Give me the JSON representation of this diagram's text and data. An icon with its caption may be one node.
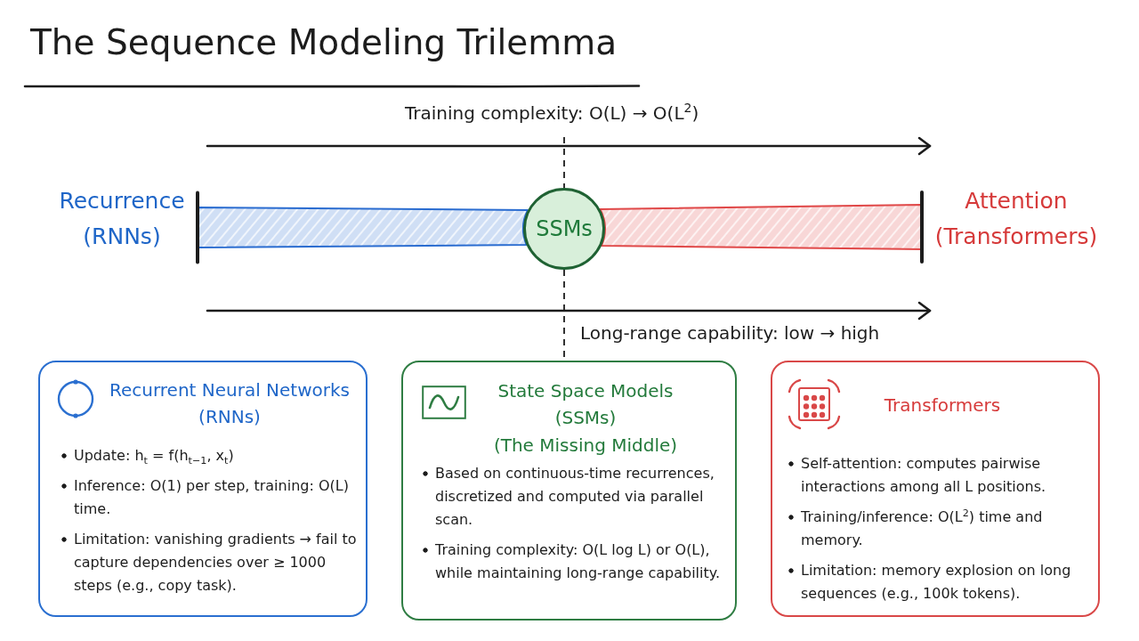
{
  "diagram": {
    "title": "The Sequence Modeling Trilemma",
    "nodes": [
      {
        "text": [
          "Recurrence (RNNs)"
        ]
      },
      {
        "text": [
          "SSMs"
        ]
      },
      {
        "text": [
          "Attention (Transformers)"
        ]
      },
      {
        "text": [
          "Recurrent Neural Networks (RNNs)",
          "Update: h$_{t}$ = f(h$_{t−1}$, x$_{t}$)",
          "Inference: O(1) per step, training: O(L) time.",
          "Limitation: vanishing gradients → fail to capture dependencies over ≥ 1000 steps (e.g., copy task)."
        ]
      },
      {
        "text": [
          "State Space Models (SSMs)",
          "(The Missing Middle)",
          "Based on continuous-time recurrences, discretized and computed via parallel scan.",
          "Training complexity: O(L log L) or O(L), while maintaining long-range capability."
        ]
      },
      {
        "text": [
          "Transformers",
          "Self-attention: computes pairwise interactions among all L positions.",
          "Training/inference: O(L$^{2}$) time and memory.",
          "Limitation: memory explosion on long sequences (e.g., 100k tokens)."
        ]
      }
    ],
    "edges": [
      {
        "from": 0,
        "to": 1,
        "arrow": "other",
        "style": "thick",
        "color": "#2a6cd0"
      },
      {
        "from": 1,
        "to": 2,
        "arrow": "other",
        "style": "thick",
        "color": "#e04848"
      },
      {
        "from": null,
        "to": 1,
        "arrow": "none",
        "style": "dashed"
      },
      {
        "from": 1,
        "to": 4,
        "arrow": "none",
        "style": "dashed"
      }
    ],
    "labels": [
      "Training complexity: O(L) → O(L$^{2}$)",
      "Long-range capability: low → high"
    ]
  }
}
